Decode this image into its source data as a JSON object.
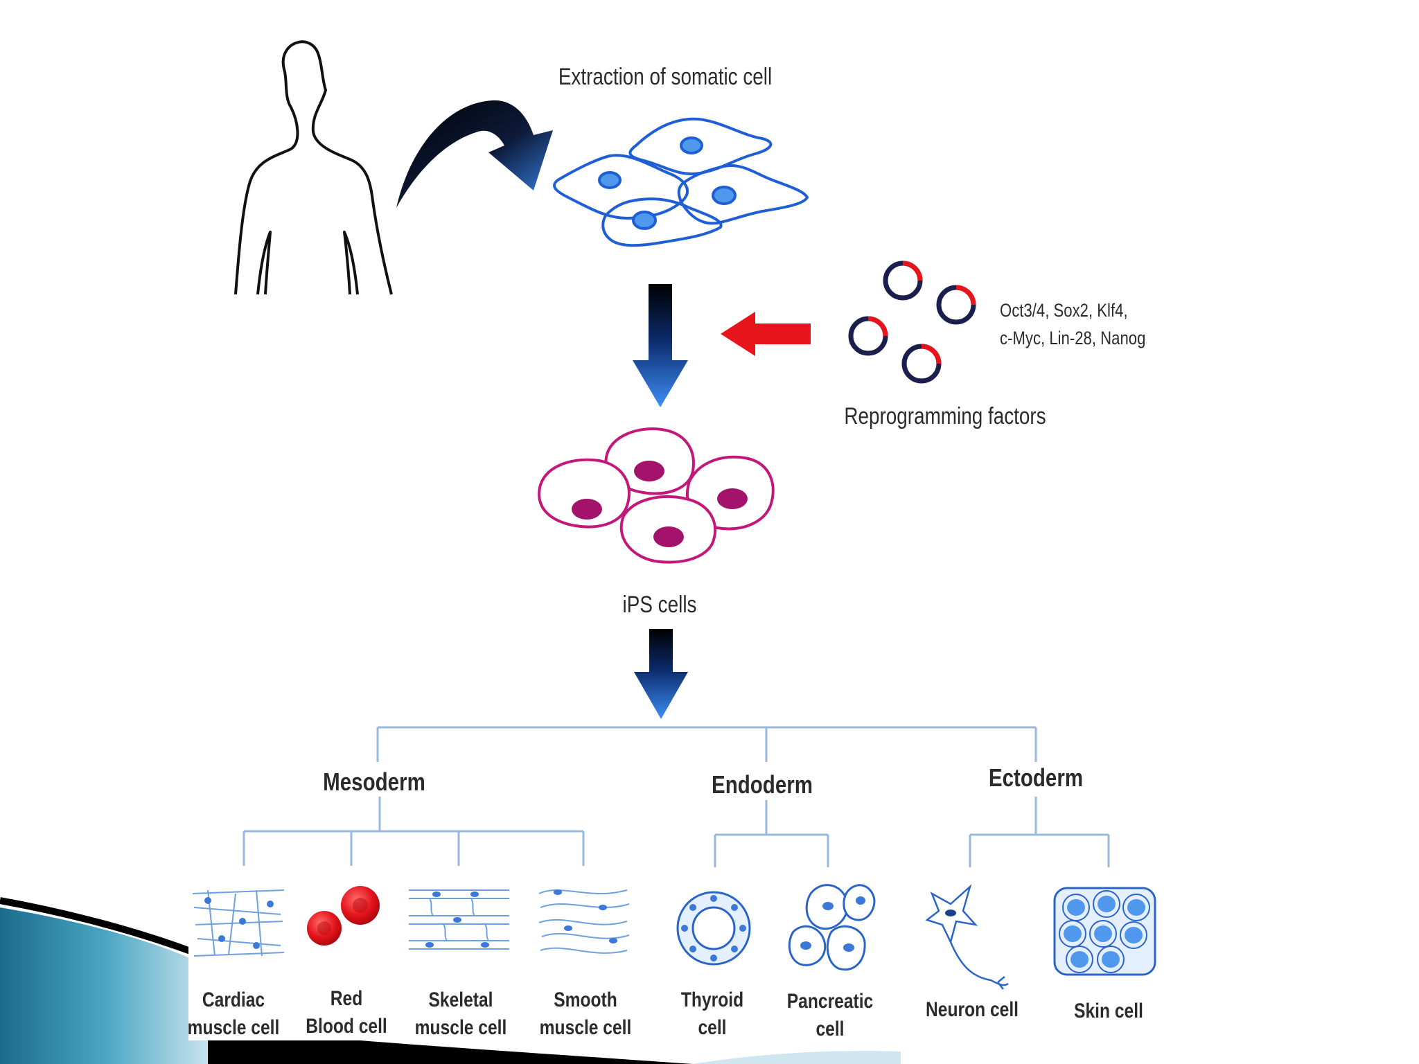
{
  "labels": {
    "extraction": "Extraction of somatic cell",
    "factors_line1": "Oct3/4, Sox2, Klf4,",
    "factors_line2": "c-Myc, Lin-28, Nanog",
    "reprogramming": "Reprogramming factors",
    "ips": "iPS cells"
  },
  "germ_layers": {
    "mesoderm": "Mesoderm",
    "endoderm": "Endoderm",
    "ectoderm": "Ectoderm"
  },
  "cell_types": [
    {
      "line1": "Cardiac",
      "line2": "muscle cell"
    },
    {
      "line1": "Red",
      "line2": "Blood cell"
    },
    {
      "line1": "Skeletal",
      "line2": "muscle cell"
    },
    {
      "line1": "Smooth",
      "line2": "muscle cell"
    },
    {
      "line1": "Thyroid",
      "line2": "cell"
    },
    {
      "line1": "Pancreatic",
      "line2": "cell"
    },
    {
      "line1": "Neuron cell",
      "line2": ""
    },
    {
      "line1": "Skin cell",
      "line2": ""
    }
  ],
  "colors": {
    "somatic_cell": "#1f5fd6",
    "ips_cell": "#c2187a",
    "ips_nucleus": "#a3126b",
    "red_arrow": "#e8141b",
    "blue_arrow": "#2f7fe8",
    "tree_line": "#9ab8dc",
    "red_blood": "#e3121a"
  }
}
